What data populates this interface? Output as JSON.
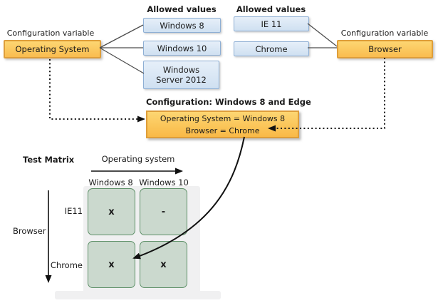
{
  "colors": {
    "orange_fill": "#FBC75B",
    "orange_border": "#DE9E3A",
    "blue_fill": "#DCE9F6",
    "blue_border": "#8EAFD4",
    "cell_green_fill": "#CBD9CE",
    "cell_green_border": "#5F9169",
    "panel_gray": "#F0F0F1",
    "connector_dark": "#454545",
    "arrow_black": "#111111"
  },
  "os_group": {
    "variable_label": "Configuration variable",
    "variable_name": "Operating System",
    "allowed_values_title": "Allowed values",
    "values": [
      "Windows 8",
      "Windows 10",
      "Windows Server 2012"
    ]
  },
  "browser_group": {
    "variable_label": "Configuration variable",
    "variable_name": "Browser",
    "allowed_values_title": "Allowed values",
    "values": [
      "IE 11",
      "Chrome"
    ]
  },
  "configuration": {
    "title": "Configuration: Windows 8 and Edge",
    "lines": [
      "Operating System = Windows 8",
      "Browser = Chrome"
    ]
  },
  "matrix": {
    "title": "Test Matrix",
    "x_axis_label": "Operating system",
    "y_axis_label": "Browser",
    "columns": [
      "Windows 8",
      "Windows 10"
    ],
    "rows": [
      "IE11",
      "Chrome"
    ],
    "cells": [
      [
        "x",
        "-"
      ],
      [
        "x",
        "x"
      ]
    ]
  }
}
